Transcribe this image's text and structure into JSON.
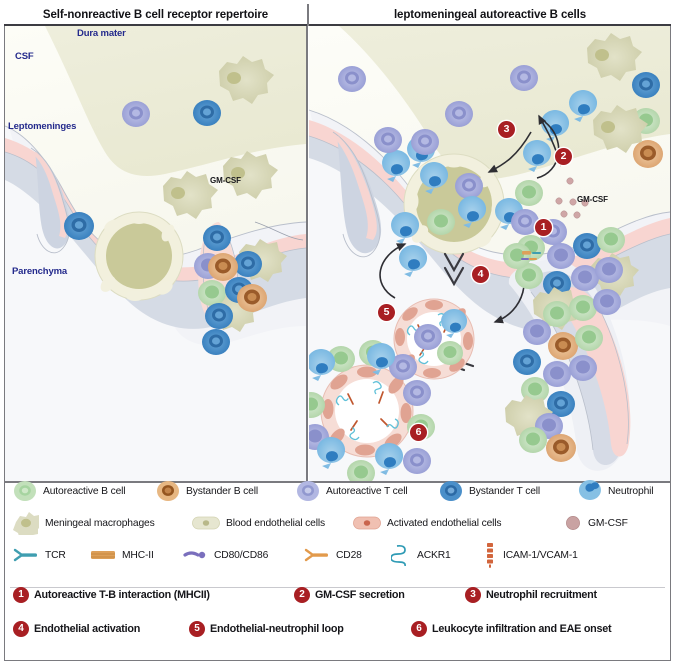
{
  "figure": {
    "panels": [
      {
        "id": "left",
        "title": "Self-nonreactive B cell receptor repertoire"
      },
      {
        "id": "right",
        "title": "leptomeningeal autoreactive B cells"
      }
    ]
  },
  "anatomy_labels": {
    "dura_mater": "Dura mater",
    "csf": "CSF",
    "leptomeninges": "Leptomeninges",
    "parenchyma": "Parenchyma",
    "gmcsf_left": "GM-CSF",
    "gmcsf_right": "GM-CSF"
  },
  "canvas_steps": [
    {
      "n": "1"
    },
    {
      "n": "2"
    },
    {
      "n": "3"
    },
    {
      "n": "4"
    },
    {
      "n": "5"
    },
    {
      "n": "6"
    }
  ],
  "legend": {
    "cells_row": [
      {
        "icon": "autoreactive-b-cell-icon",
        "label": "Autoreactive B cell",
        "fill": "#bedcb6",
        "nucleus": "#9fcf9a"
      },
      {
        "icon": "bystander-b-cell-icon",
        "label": "Bystander B cell",
        "fill": "#e3b281",
        "nucleus": "#9c5c2a"
      },
      {
        "icon": "autoreactive-t-cell-icon",
        "label": "Autoreactive T cell",
        "fill": "#a9aedd",
        "nucleus": "#8e93cc"
      },
      {
        "icon": "bystander-t-cell-icon",
        "label": "Bystander T cell",
        "fill": "#3e88c6",
        "nucleus": "#2f6ea8"
      },
      {
        "icon": "neutrophil-icon",
        "label": "Neutrophil",
        "fill": "#76b7e0",
        "nucleus": "#2f7dc0"
      }
    ],
    "structures_row": [
      {
        "icon": "meningeal-macrophage-icon",
        "label": "Meningeal macrophages",
        "fill": "#dcdcc0",
        "nucleus": "#c2c292"
      },
      {
        "icon": "blood-endothelial-cell-icon",
        "label": "Blood endothelial cells",
        "fill": "#e3e3cc",
        "nucleus": "#b8b889"
      },
      {
        "icon": "activated-endothelial-cell-icon",
        "label": "Activated endothelial cells",
        "fill": "#eebcae",
        "nucleus": "#c96a55"
      },
      {
        "icon": "gm-csf-icon",
        "label": "GM-CSF",
        "fill": "#c9a2a2",
        "nucleus": "#b38a8a"
      }
    ],
    "molecules_row": [
      {
        "icon": "tcr-icon",
        "label": "TCR",
        "color": "#3f9eb0"
      },
      {
        "icon": "mhc-ii-icon",
        "label": "MHC-II",
        "color": "#dda05a"
      },
      {
        "icon": "cd80-cd86-icon",
        "label": "CD80/CD86",
        "color": "#7a6fbd"
      },
      {
        "icon": "cd28-icon",
        "label": "CD28",
        "color": "#e29a4c"
      },
      {
        "icon": "ackr1-icon",
        "label": "ACKR1",
        "color": "#2f9bb5"
      },
      {
        "icon": "icam-vcam-icon",
        "label": "ICAM-1/VCAM-1",
        "color": "#d2653c"
      }
    ],
    "steps": [
      {
        "n": "1",
        "label": "Autoreactive T-B interaction (MHCII)"
      },
      {
        "n": "2",
        "label": "GM-CSF secretion"
      },
      {
        "n": "3",
        "label": "Neutrophil recruitment"
      },
      {
        "n": "4",
        "label": "Endothelial activation"
      },
      {
        "n": "5",
        "label": "Endothelial-neutrophil loop"
      },
      {
        "n": "6",
        "label": "Leukocyte infiltration and EAE onset"
      }
    ]
  },
  "colors": {
    "badge_red": "#a81f23",
    "label_blue": "#242a8c",
    "dura": "#eeeedb",
    "csf": "#fbfbf4",
    "parenchyma": "#eef0f5",
    "leptomeninges": "#ced5e2",
    "vessel_pink": "#f7d6d2",
    "frame": "#7a7a7f"
  }
}
